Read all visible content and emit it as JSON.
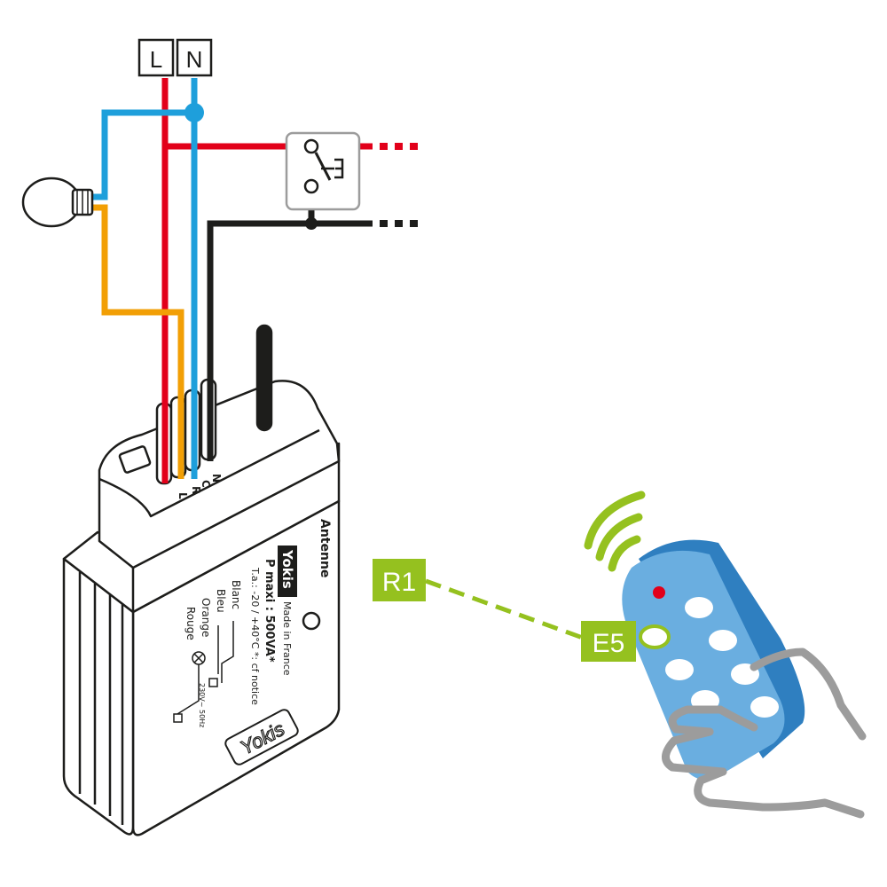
{
  "terminals": {
    "line": "L",
    "neutral": "N"
  },
  "module": {
    "brand": "Yokis",
    "made_in": "Made in France",
    "pmax": "P maxi : 500VA*",
    "temp": "T.a.: -20 / +40°C  *: cf notice",
    "antenna": "Antenne",
    "wire_labels": [
      "Blanc",
      "Bleu",
      "Orange",
      "Rouge"
    ],
    "supply": "230V~ 50Hz",
    "front_logo": "Yokis",
    "terminal_letters": [
      "L",
      "R",
      "C",
      "N"
    ]
  },
  "labels": {
    "receiver": "R1",
    "emitter": "E5"
  },
  "colors": {
    "line": "#e2001a",
    "neutral": "#1e9fdb",
    "load": "#f29f05",
    "control": "#1d1d1b",
    "accent_green": "#95c11f",
    "remote_body": "#6aaee0",
    "remote_edge": "#2f7fc0",
    "switch_frame": "#9c9c9c"
  }
}
